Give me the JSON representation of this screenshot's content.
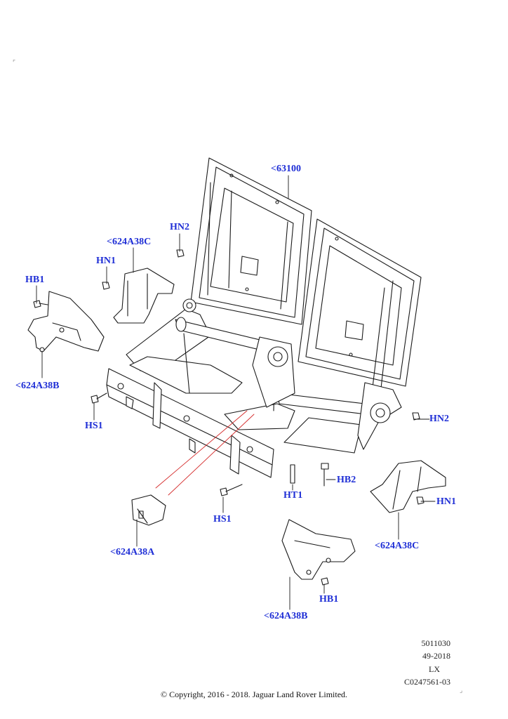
{
  "callouts": {
    "c63100": "<63100",
    "c624A38C_top": "<624A38C",
    "hn2_top": "HN2",
    "hn1_left": "HN1",
    "hb1_left": "HB1",
    "c624A38B_left": "<624A38B",
    "hs1_left": "HS1",
    "hn2_right": "HN2",
    "hb2": "HB2",
    "hn1_right": "HN1",
    "ht1": "HT1",
    "hs1_center": "HS1",
    "c624A38A": "<624A38A",
    "c624A38C_right": "<624A38C",
    "hb1_bottom": "HB1",
    "c624A38B_bottom": "<624A38B"
  },
  "meta": {
    "part_no": "5011030",
    "date": "49-2018",
    "model": "LX",
    "ref": "C0247561-03"
  },
  "copyright": "© Copyright, 2016 - 2018. Jaguar Land Rover Limited.",
  "colors": {
    "callout": "#1f2fd6",
    "line": "#1a1a1a",
    "leader_red": "#d42a2a"
  }
}
